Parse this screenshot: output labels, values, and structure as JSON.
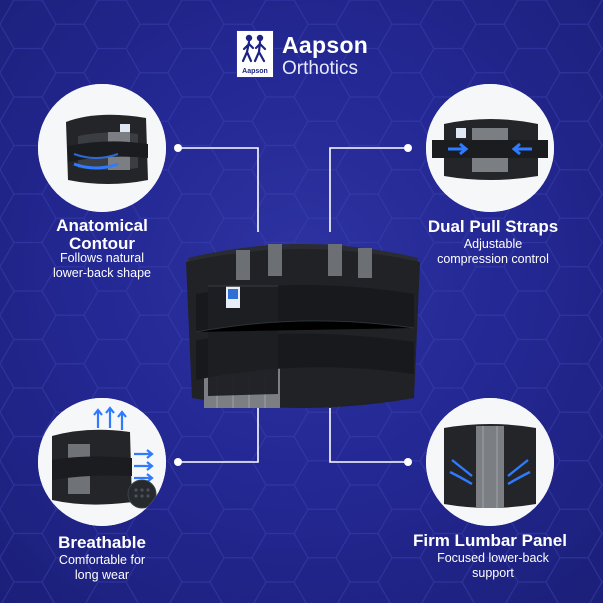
{
  "brand": {
    "name": "Aapson",
    "tagline": "Orthotics",
    "logo_text": "Aapson"
  },
  "features": [
    {
      "title_line1": "Anatomical",
      "title_line2": "Contour",
      "desc_line1": "Follows natural",
      "desc_line2": "lower-back shape",
      "icon": "belt-side-view-icon"
    },
    {
      "title_line1": "Dual Pull Straps",
      "desc_line1": "Adjustable",
      "desc_line2": "compression control",
      "icon": "belt-straps-icon"
    },
    {
      "title_line1": "Breathable",
      "desc_line1": "Comfortable for",
      "desc_line2": "long wear",
      "icon": "belt-airflow-icon"
    },
    {
      "title_line1": "Firm Lumbar Panel",
      "desc_line1": "Focused lower-back",
      "desc_line2": "support",
      "icon": "lumbar-panel-icon"
    }
  ],
  "colors": {
    "background": "#22268a",
    "accent_blue": "#2f7bff",
    "text": "#ffffff",
    "belt_black": "#202226",
    "panel_gray": "#7b7e83"
  }
}
